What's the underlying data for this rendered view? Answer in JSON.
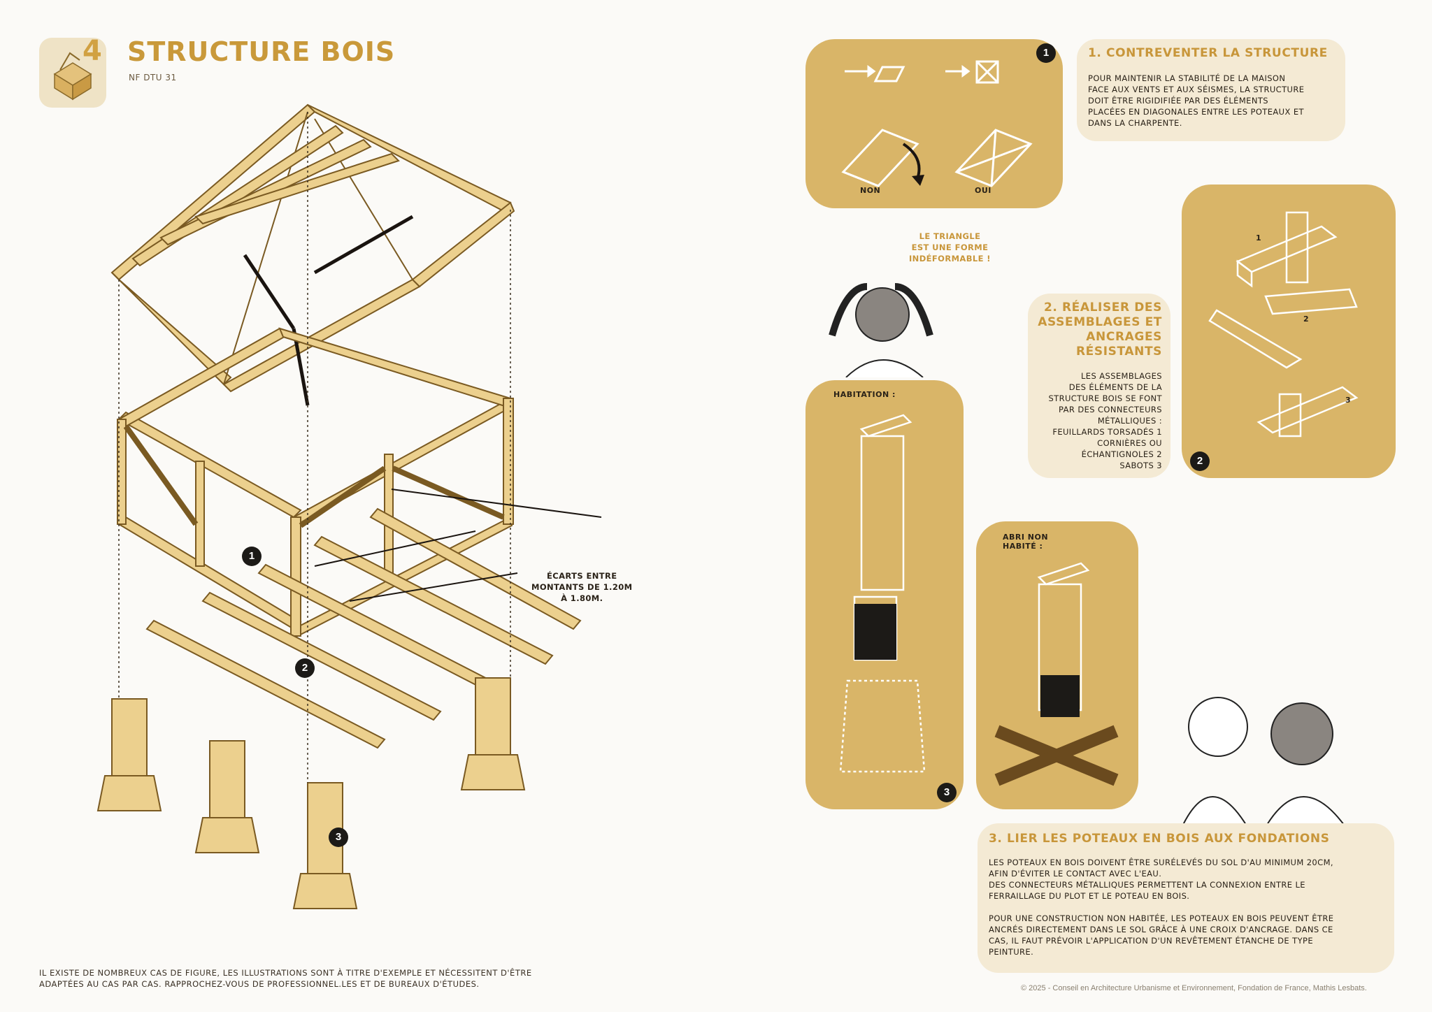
{
  "header": {
    "chapter_number": "4",
    "title": "STRUCTURE BOIS",
    "subtitle": "NF DTU 31"
  },
  "left_illustration": {
    "callout_1": "1",
    "callout_2": "2",
    "callout_3": "3",
    "spacing_note": "ÉCARTS ENTRE\nMONTANTS DE 1.20m\nÀ 1.80m."
  },
  "speech_bubble": "LE TRIANGLE\nEST UNE FORME\nINDÉFORMABLE !",
  "section_1": {
    "badge": "1",
    "title": "1. CONTREVENTER LA STRUCTURE",
    "text": "POUR MAINTENIR LA STABILITÉ DE LA MAISON\nFACE AUX VENTS ET AUX SÉISMES, LA STRUCTURE\nDOIT ÊTRE RIGIDIFIÉE PAR DES ÉLÉMENTS\nPLACÉES EN DIAGONALES ENTRE LES POTEAUX ET\nDANS LA CHARPENTE.",
    "label_no": "NON",
    "label_yes": "OUI"
  },
  "section_2": {
    "badge": "2",
    "title": "2. RÉALISER DES\nASSEMBLAGES ET\nANCRAGES\nRÉSISTANTS",
    "text": "LES ASSEMBLAGES\nDES ÉLÉMENTS DE LA\nSTRUCTURE BOIS SE FONT\nPAR DES CONNECTEURS\nMÉTALLIQUES :\nFEUILLARDS TORSADÉS 1\nCORNIÈRES OU\nÉCHANTIGNOLES 2\nSABOTS 3",
    "detail_1": "1",
    "detail_2": "2",
    "detail_3": "3"
  },
  "section_3": {
    "badge": "3",
    "panel_habitation": "HABITATION :",
    "panel_abri": "ABRI NON\nHABITÉ :",
    "title": "3. LIER LES POTEAUX EN BOIS AUX FONDATIONS",
    "text": "LES POTEAUX EN BOIS DOIVENT ÊTRE SURÉLEVÉS DU SOL D'AU MINIMUM 20cm,\nAFIN D'ÉVITER LE CONTACT AVEC L'EAU.\nDES CONNECTEURS MÉTALLIQUES PERMETTENT LA CONNEXION ENTRE LE\nFERRAILLAGE DU PLOT ET LE POTEAU EN BOIS.\n\nPOUR UNE CONSTRUCTION NON HABITÉE, LES POTEAUX EN BOIS PEUVENT ÊTRE\nANCRÉS DIRECTEMENT DANS LE SOL GRÂCE À UNE CROIX D'ANCRAGE. DANS CE\nCAS, IL FAUT PRÉVOIR L'APPLICATION D'UN REVÊTEMENT ÉTANCHE DE TYPE\nPEINTURE."
  },
  "footer_note": "IL EXISTE DE NOMBREUX CAS DE FIGURE, LES ILLUSTRATIONS SONT À TITRE D'EXEMPLE ET NÉCESSITENT D'ÊTRE\nADAPTÉES AU CAS PAR CAS. RAPPROCHEZ-VOUS DE PROFESSIONNEL.LES ET DE BUREAUX D'ÉTUDES.",
  "copyright": "© 2025 - Conseil en Architecture Urbanisme et Environnement, Fondation de France, Mathis Lesbats.",
  "colors": {
    "gold": "#c9993a",
    "panel": "#d9b568",
    "panel_light": "#f4ead4",
    "wood": "#e9c987"
  }
}
